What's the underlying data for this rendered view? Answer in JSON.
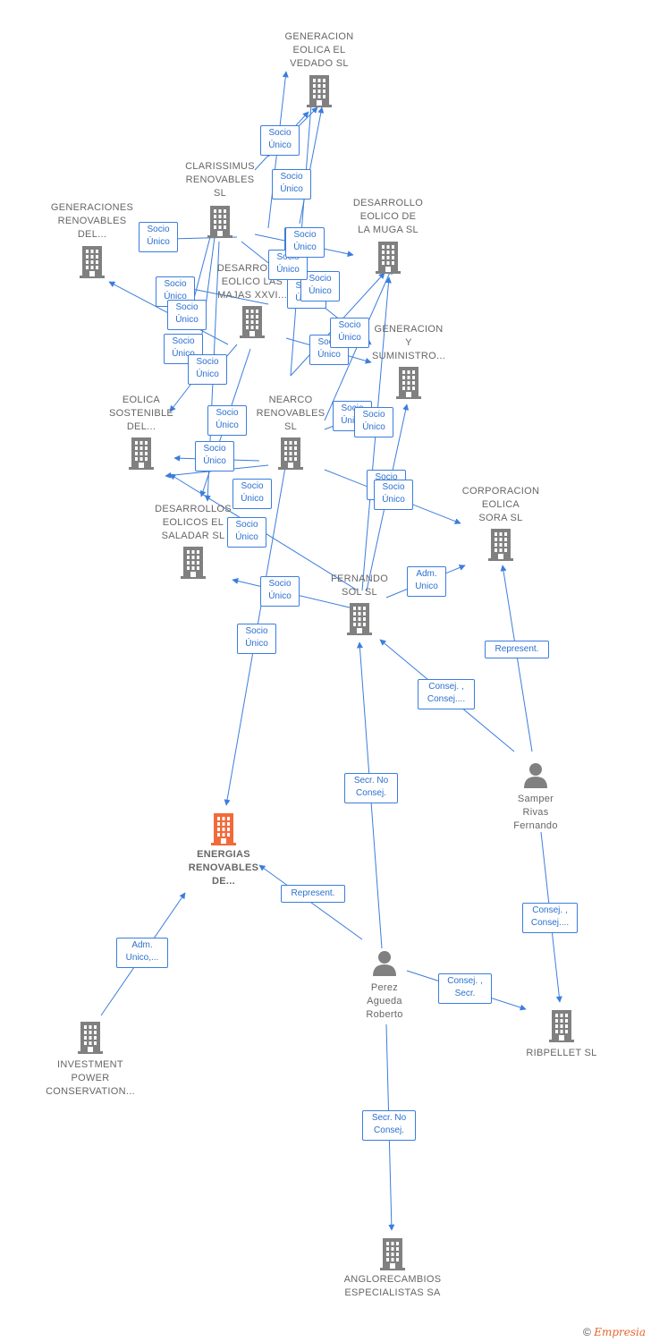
{
  "colors": {
    "edge": "#3b7ddd",
    "building": "#808080",
    "focus": "#f26a3a",
    "person": "#808080",
    "label": "#666666"
  },
  "nodes": [
    {
      "id": "vedado",
      "type": "company",
      "lines": [
        "GENERACION",
        "EOLICA EL",
        "VEDADO SL"
      ]
    },
    {
      "id": "clarissimus",
      "type": "company",
      "lines": [
        "CLARISSIMUS",
        "RENOVABLES",
        "SL"
      ]
    },
    {
      "id": "generaciones",
      "type": "company",
      "lines": [
        "GENERACIONES",
        "RENOVABLES",
        "DEL..."
      ]
    },
    {
      "id": "muga",
      "type": "company",
      "lines": [
        "DESARROLLO",
        "EOLICO DE",
        "LA MUGA SL"
      ]
    },
    {
      "id": "majas",
      "type": "company",
      "lines": [
        "DESARROLLO",
        "EOLICO LAS",
        "MAJAS XXVI..."
      ]
    },
    {
      "id": "suministro",
      "type": "company",
      "lines": [
        "GENERACION",
        "Y",
        "SUMINISTRO..."
      ]
    },
    {
      "id": "sostenible",
      "type": "company",
      "lines": [
        "EOLICA",
        "SOSTENIBLE",
        "DEL..."
      ]
    },
    {
      "id": "nearco",
      "type": "company",
      "lines": [
        "NEARCO",
        "RENOVABLES",
        "SL"
      ]
    },
    {
      "id": "corporacion",
      "type": "company",
      "lines": [
        "CORPORACION",
        "EOLICA",
        "SORA SL"
      ]
    },
    {
      "id": "saladar",
      "type": "company",
      "lines": [
        "DESARROLLOS",
        "EOLICOS EL",
        "SALADAR SL"
      ]
    },
    {
      "id": "fernando",
      "type": "company",
      "lines": [
        "FERNANDO",
        "SOL SL"
      ]
    },
    {
      "id": "samper",
      "type": "person",
      "lines": [
        "Samper",
        "Rivas",
        "Fernando"
      ]
    },
    {
      "id": "energias",
      "type": "focus",
      "lines": [
        "ENERGIAS",
        "RENOVABLES",
        "DE..."
      ]
    },
    {
      "id": "perez",
      "type": "person",
      "lines": [
        "Perez",
        "Agueda",
        "Roberto"
      ]
    },
    {
      "id": "investment",
      "type": "company",
      "lines": [
        "INVESTMENT",
        "POWER",
        "CONSERVATION..."
      ]
    },
    {
      "id": "ribpellet",
      "type": "company",
      "lines": [
        "RIBPELLET SL"
      ]
    },
    {
      "id": "anglorecambios",
      "type": "company",
      "lines": [
        "ANGLORECAMBIOS",
        "ESPECIALISTAS SA"
      ]
    }
  ],
  "relations": [
    {
      "lines": [
        "Socio",
        "Único"
      ]
    },
    {
      "lines": [
        "Socio",
        "Único"
      ]
    },
    {
      "lines": [
        "Socio",
        "Único"
      ]
    },
    {
      "lines": [
        "Socio",
        "Único"
      ]
    },
    {
      "lines": [
        "Socio",
        "Único"
      ]
    },
    {
      "lines": [
        "Socio",
        "Único"
      ]
    },
    {
      "lines": [
        "Socio",
        "Único"
      ]
    },
    {
      "lines": [
        "Socio",
        "Único"
      ]
    },
    {
      "lines": [
        "Socio",
        "Único"
      ]
    },
    {
      "lines": [
        "Socio",
        "Único"
      ]
    },
    {
      "lines": [
        "Socio",
        "Único"
      ]
    },
    {
      "lines": [
        "Socio",
        "Único"
      ]
    },
    {
      "lines": [
        "Socio",
        "Único"
      ]
    },
    {
      "lines": [
        "Socio",
        "Único"
      ]
    },
    {
      "lines": [
        "Socio",
        "Único"
      ]
    },
    {
      "lines": [
        "Socio",
        "Único"
      ]
    },
    {
      "lines": [
        "Socio",
        "Único"
      ]
    },
    {
      "lines": [
        "Socio",
        "Único"
      ]
    },
    {
      "lines": [
        "Socio",
        "Único"
      ]
    },
    {
      "lines": [
        "Socio",
        "Único"
      ]
    },
    {
      "lines": [
        "Socio",
        "Único"
      ]
    },
    {
      "lines": [
        "Socio",
        "Único"
      ]
    },
    {
      "lines": [
        "Socio",
        "Único"
      ]
    },
    {
      "lines": [
        "Socio",
        "Único"
      ]
    },
    {
      "lines": [
        "Adm.",
        "Unico"
      ]
    },
    {
      "lines": [
        "Represent."
      ]
    },
    {
      "lines": [
        "Consej. ,",
        "Consej...."
      ]
    },
    {
      "lines": [
        "Secr. No",
        "Consej."
      ]
    },
    {
      "lines": [
        "Represent."
      ]
    },
    {
      "lines": [
        "Adm.",
        "Unico,..."
      ]
    },
    {
      "lines": [
        "Consej. ,",
        "Consej...."
      ]
    },
    {
      "lines": [
        "Consej. ,",
        "Secr."
      ]
    },
    {
      "lines": [
        "Secr. No",
        "Consej."
      ]
    }
  ],
  "footer": {
    "copyright": "©",
    "brand": "Empresia"
  }
}
